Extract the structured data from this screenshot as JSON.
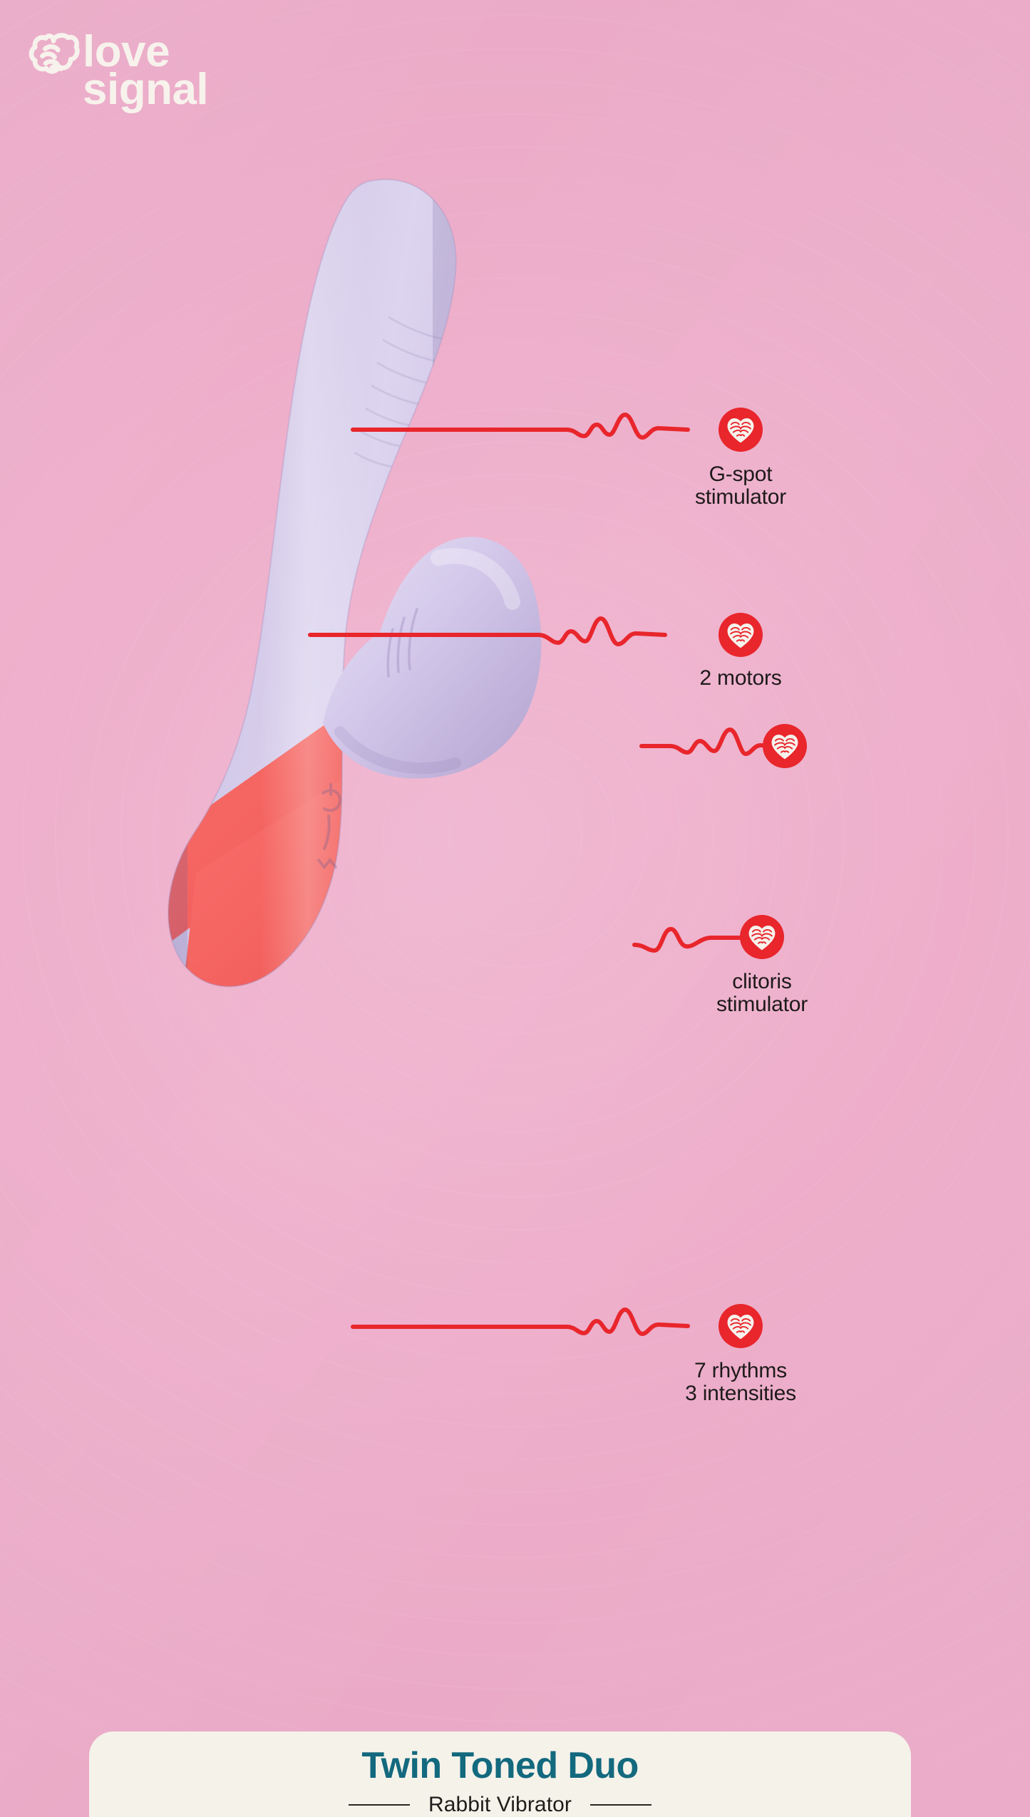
{
  "brand": {
    "logo_line_1": "love",
    "logo_line_2": "signal",
    "logo_mark_icon": "brain-heart-logo-icon",
    "logo_color": "#f7f2ec"
  },
  "colors": {
    "background_pink": "#eeafcb",
    "accent_red": "#e8262c",
    "product_lavender": "#ccc0e3",
    "product_coral": "#f4625f",
    "card_cream": "#f5f2ea",
    "title_teal": "#13697e",
    "label_text": "#1e1a1a"
  },
  "product_image": {
    "name": "rabbit-vibrator-product-photo",
    "body_color": "#ccc0e3",
    "base_stripe_color": "#f4625f",
    "has_power_button": true,
    "has_mode_button": true
  },
  "callouts": [
    {
      "id": "g-spot",
      "label": "G-spot\nstimulator",
      "icon": "brain-heart-icon",
      "line_style": "heartbeat-ecg"
    },
    {
      "id": "motors",
      "label": "2 motors",
      "icon": "brain-heart-icon",
      "line_style": "heartbeat-ecg"
    },
    {
      "id": "clitoris",
      "label": "clitoris\nstimulator",
      "icon": "brain-heart-icon",
      "line_style": "heartbeat-ecg"
    },
    {
      "id": "rhythms",
      "label": "7 rhythms\n3 intensities",
      "icon": "brain-heart-icon",
      "line_style": "heartbeat-ecg"
    }
  ],
  "callout_extra_badges": [
    {
      "id": "motors-secondary",
      "icon": "brain-heart-icon"
    }
  ],
  "title_card": {
    "title": "Twin Toned Duo",
    "subtitle": "Rabbit Vibrator",
    "divider_left": "",
    "divider_right": ""
  }
}
